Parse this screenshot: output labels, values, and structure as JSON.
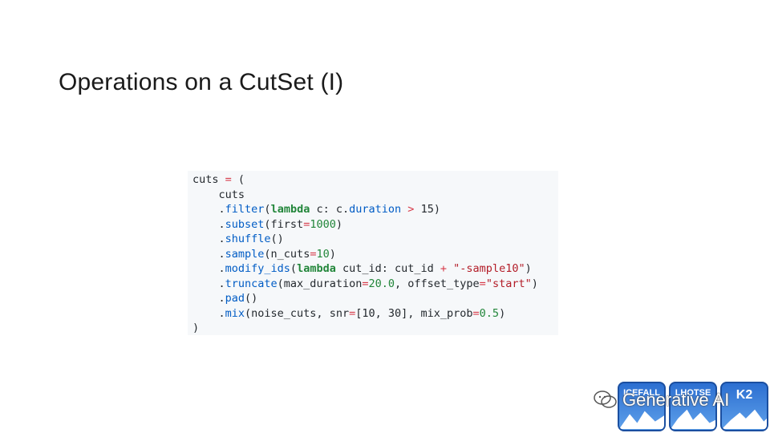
{
  "slide": {
    "title": "Operations on a CutSet (I)"
  },
  "code": {
    "lines": [
      "cuts = (",
      "    cuts",
      "    .filter(lambda c: c.duration > 15)",
      "    .subset(first=1000)",
      "    .shuffle()",
      "    .sample(n_cuts=10)",
      "    .modify_ids(lambda cut_id: cut_id + \"-sample10\")",
      "    .truncate(max_duration=20.0, offset_type=\"start\")",
      "    .pad()",
      "    .mix(noise_cuts, snr=[10, 30], mix_prob=0.5)",
      ")"
    ]
  },
  "footer": {
    "watermark": "Generative AI",
    "logos": [
      "ICEFALL",
      "LHOTSE",
      "K2"
    ],
    "icon": "wechat-icon"
  }
}
